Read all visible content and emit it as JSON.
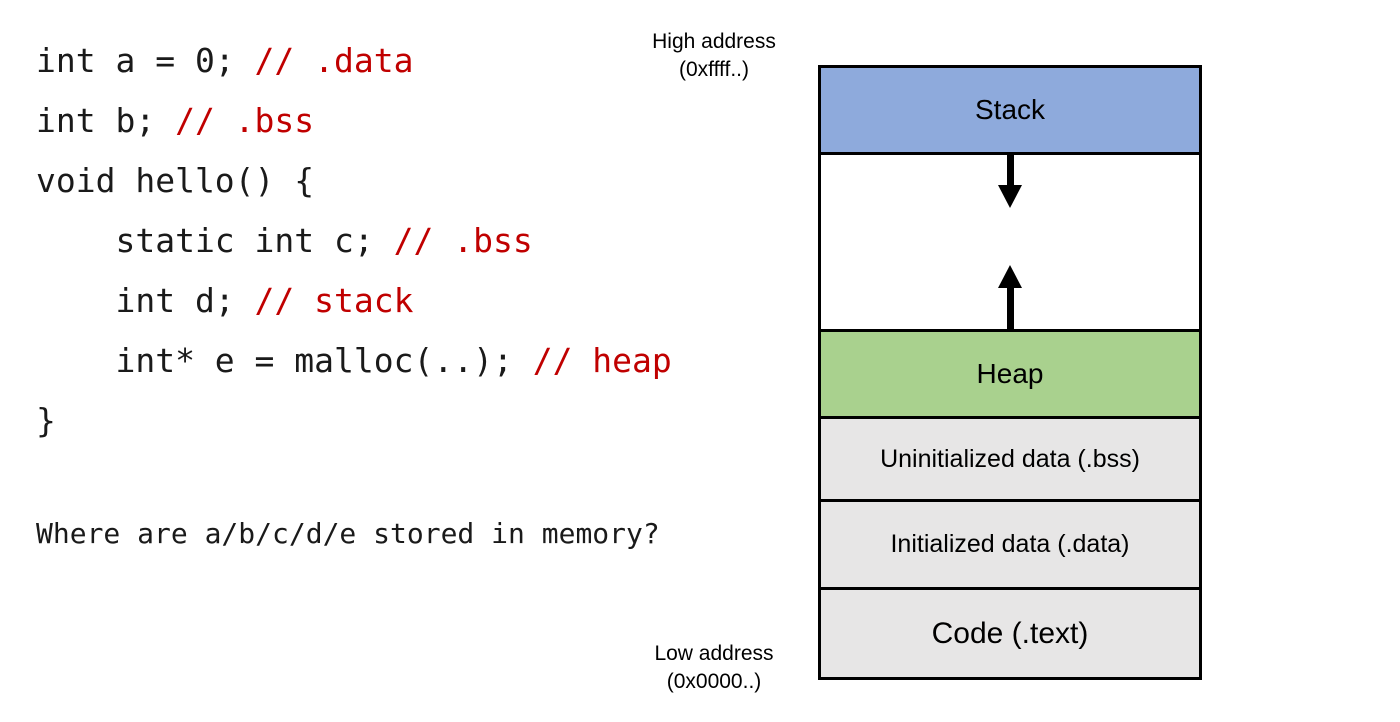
{
  "code_panel": {
    "lines": [
      {
        "code": "int a = 0; ",
        "comment": "// .data"
      },
      {
        "code": "int b; ",
        "comment": "// .bss"
      },
      {
        "code": "void hello() {",
        "comment": ""
      },
      {
        "code": "    static int c; ",
        "comment": "// .bss"
      },
      {
        "code": "    int d; ",
        "comment": "// stack"
      },
      {
        "code": "    int* e = malloc(..); ",
        "comment": "// heap"
      },
      {
        "code": "}",
        "comment": ""
      }
    ],
    "question": "Where are a/b/c/d/e stored in memory?"
  },
  "memory_map": {
    "high_address_label": "High address",
    "high_address_value": "(0xffff..)",
    "low_address_label": "Low address",
    "low_address_value": "(0x0000..)",
    "sections": [
      {
        "name": "stack",
        "label": "Stack",
        "color": "#8eaadc"
      },
      {
        "name": "growth-gap",
        "label": "",
        "color": "#ffffff"
      },
      {
        "name": "heap",
        "label": "Heap",
        "color": "#a9d18e"
      },
      {
        "name": "bss",
        "label": "Uninitialized data (.bss)",
        "color": "#e7e6e6"
      },
      {
        "name": "data",
        "label": "Initialized data (.data)",
        "color": "#e7e6e6"
      },
      {
        "name": "text",
        "label": "Code (.text)",
        "color": "#e7e6e6"
      }
    ],
    "icons": {
      "stack_growth": "arrow-down-icon",
      "heap_growth": "arrow-up-icon"
    },
    "colors": {
      "comment_red": "#c00000",
      "border_black": "#000000",
      "code_black": "#1a1a1a"
    }
  }
}
